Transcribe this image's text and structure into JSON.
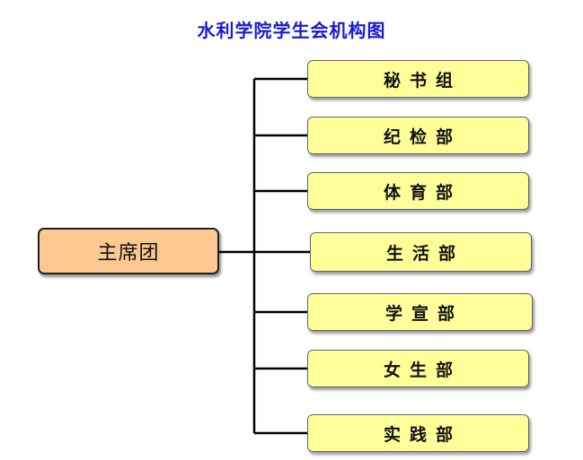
{
  "title": "水利学院学生会机构图",
  "root": {
    "label": "主席团"
  },
  "departments": [
    {
      "label": "秘书组"
    },
    {
      "label": "纪检部"
    },
    {
      "label": "体育部"
    },
    {
      "label": "生活部"
    },
    {
      "label": "学宣部"
    },
    {
      "label": "女生部"
    },
    {
      "label": "实践部"
    }
  ],
  "colors": {
    "title": "#1a1ad4",
    "root_fill": "#fdc892",
    "dept_fill": "#ffff9a",
    "line": "#000000"
  }
}
